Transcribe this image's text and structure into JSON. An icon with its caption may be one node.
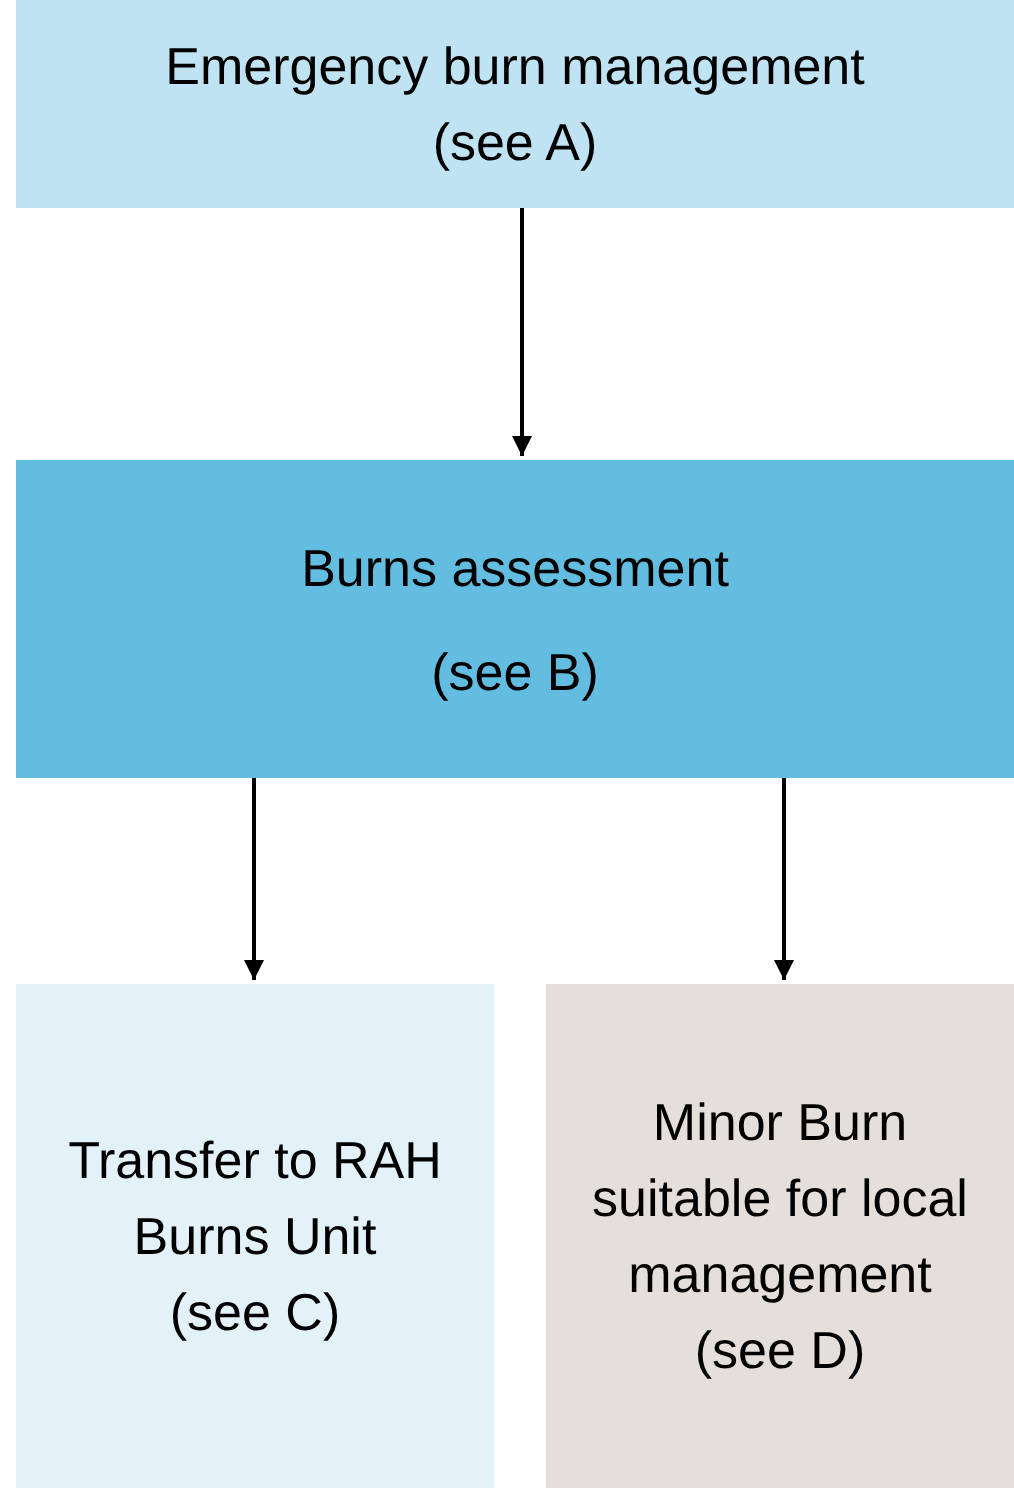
{
  "diagram": {
    "nodes": [
      {
        "text": [
          "Emergency burn management",
          "(see A)"
        ]
      },
      {
        "text": [
          "Burns assessment",
          "(see B)"
        ]
      },
      {
        "text": [
          "Transfer to RAH Burns Unit",
          "(see C)"
        ]
      },
      {
        "text": [
          "Minor Burn suitable for local management",
          "(see D)"
        ]
      }
    ],
    "edges": [
      {
        "from": 0,
        "to": 1,
        "arrow": "to"
      },
      {
        "from": 1,
        "to": 2,
        "arrow": "to"
      },
      {
        "from": 1,
        "to": 3,
        "arrow": "to"
      }
    ]
  }
}
